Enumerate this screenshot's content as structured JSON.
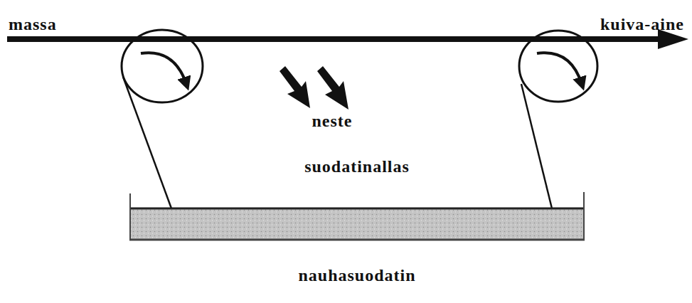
{
  "diagram": {
    "caption": "nauhasuodatin",
    "labels": [
      "massa",
      "kuiva-aine",
      "neste",
      "suodatinallas"
    ]
  }
}
